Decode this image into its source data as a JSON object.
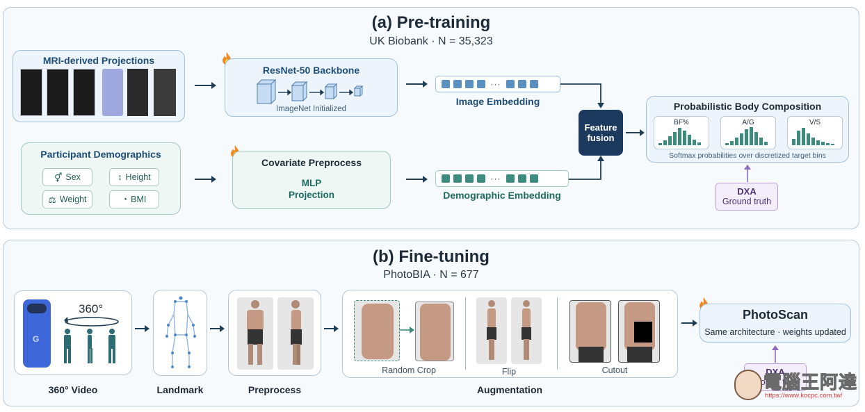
{
  "pretraining": {
    "title": "(a) Pre-training",
    "subtitle": "UK Biobank · N = 35,323",
    "mri_title": "MRI-derived Projections",
    "backbone_title": "ResNet-50 Backbone",
    "backbone_note": "ImageNet Initialized",
    "image_embedding": "Image Embedding",
    "demographics_title": "Participant Demographics",
    "chips": [
      "Sex",
      "Height",
      "Weight",
      "BMI"
    ],
    "covariate_title": "Covariate Preprocess",
    "mlp_line1": "MLP",
    "mlp_line2": "Projection",
    "demographic_embedding": "Demographic Embedding",
    "fusion_line1": "Feature",
    "fusion_line2": "fusion",
    "output_title": "Probabilistic Body Composition",
    "hist_labels": [
      "BF%",
      "A/G",
      "V/S"
    ],
    "softmax_note": "Softmax probabilities over discretized target bins",
    "dxa_title": "DXA",
    "dxa_sub": "Ground truth",
    "ellipsis": "···"
  },
  "finetuning": {
    "title": "(b) Fine-tuning",
    "subtitle": "PhotoBIA · N = 677",
    "rotation_label": "360°",
    "video_label": "360° Video",
    "landmark_label": "Landmark",
    "preprocess_label": "Preprocess",
    "aug_random_crop": "Random Crop",
    "aug_flip": "Flip",
    "aug_cutout": "Cutout",
    "augmentation_label": "Augmentation",
    "photoscan_title": "PhotoScan",
    "photoscan_sub": "Same architecture · weights updated",
    "dxa_title": "DXA",
    "dxa_sub": "Ground truth"
  },
  "watermark": {
    "text": "電腦王阿達",
    "url": "https://www.kocpc.com.tw/"
  },
  "colors": {
    "blue_accent": "#5a8fc0",
    "teal_accent": "#3e8c80",
    "navy": "#1c3a5e",
    "purple": "#8f6bbf"
  }
}
